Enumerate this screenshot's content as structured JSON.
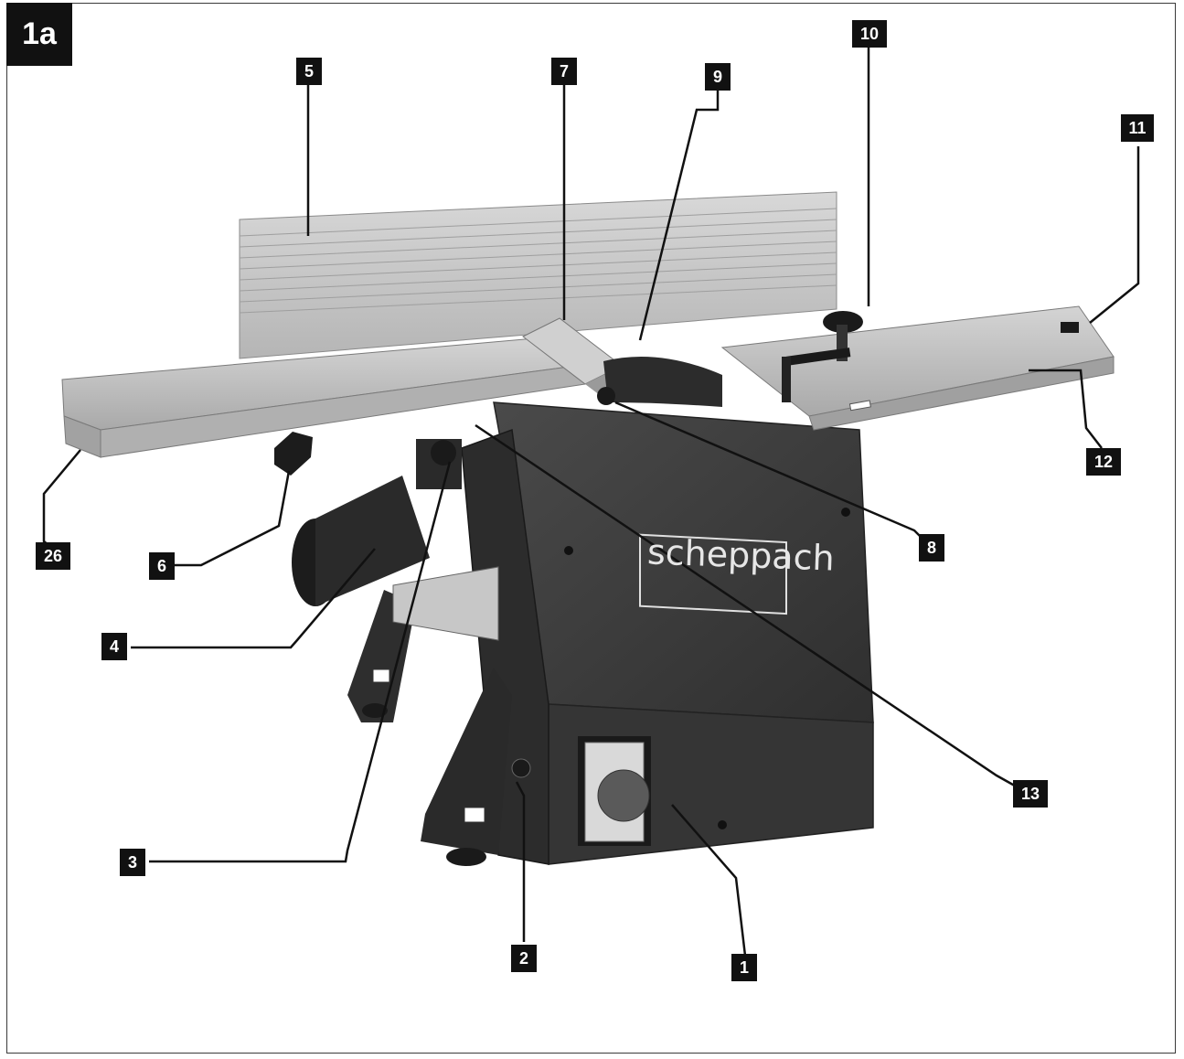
{
  "figure": {
    "label": "1a"
  },
  "brand": {
    "text": "scheppach"
  },
  "callouts": [
    {
      "id": "1",
      "label": "1"
    },
    {
      "id": "2",
      "label": "2"
    },
    {
      "id": "3",
      "label": "3"
    },
    {
      "id": "4",
      "label": "4"
    },
    {
      "id": "5",
      "label": "5"
    },
    {
      "id": "6",
      "label": "6"
    },
    {
      "id": "7",
      "label": "7"
    },
    {
      "id": "8",
      "label": "8"
    },
    {
      "id": "9",
      "label": "9"
    },
    {
      "id": "10",
      "label": "10"
    },
    {
      "id": "11",
      "label": "11"
    },
    {
      "id": "12",
      "label": "12"
    },
    {
      "id": "13",
      "label": "13"
    },
    {
      "id": "26",
      "label": "26"
    }
  ],
  "colors": {
    "body": "#3d3d3d",
    "table": "#bdbdbd",
    "fence": "#c9c9c9",
    "callout_bg": "#111111"
  }
}
